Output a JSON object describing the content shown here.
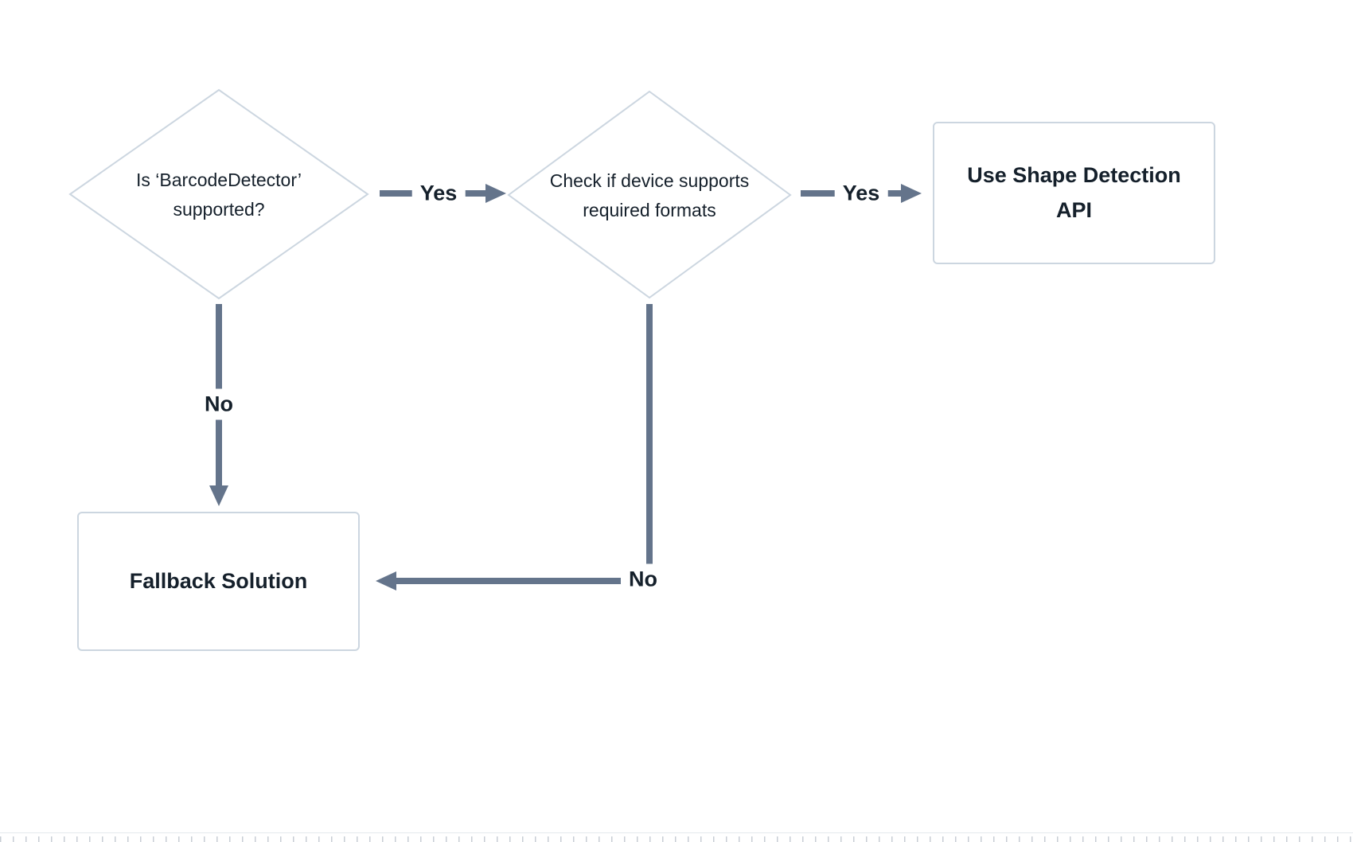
{
  "diagram": {
    "nodes": {
      "check_supported": {
        "label": "Is ‘BarcodeDetector’\nsupported?"
      },
      "check_formats": {
        "label": "Check if device supports\nrequired formats"
      },
      "use_api": {
        "label": "Use Shape Detection\nAPI"
      },
      "fallback": {
        "label": "Fallback Solution"
      }
    },
    "edge_labels": {
      "supported_yes": "Yes",
      "formats_yes": "Yes",
      "supported_no": "No",
      "formats_no": "No"
    },
    "colors": {
      "shape_border": "#ccd6e0",
      "arrow": "#64748b",
      "text": "#15202b",
      "background": "#ffffff"
    }
  }
}
